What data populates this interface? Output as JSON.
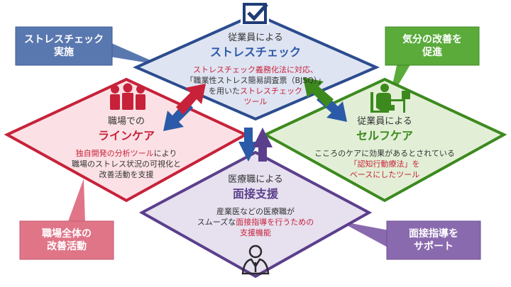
{
  "top": {
    "title_1": "従業員による",
    "title_2": "ストレスチェック",
    "body_1": "ストレスチェック義務化法に対応、",
    "body_2": "「職業性ストレス簡易調査票（BJSQ）」",
    "body_3a": "を用いた",
    "body_3b": "ストレスチェック",
    "body_4": "ツール"
  },
  "left": {
    "title_1": "職場での",
    "title_2": "ラインケア",
    "body_1a": "独自開発の分析ツール",
    "body_1b": "により",
    "body_2": "職場のストレス状況の可視化と",
    "body_3": "改善活動を支援"
  },
  "right": {
    "title_1": "従業員による",
    "title_2": "セルフケア",
    "body_1": "こころのケアに効果があるとされている",
    "body_2": "「認知行動療法」を",
    "body_3": "ベースにしたツール"
  },
  "bottom": {
    "title_1": "医療職による",
    "title_2": "面接支援",
    "body_1": "産業医などの医療職が",
    "body_2a": "スムーズな",
    "body_2b": "面接指導を行うための",
    "body_3": "支援機能"
  },
  "callouts": {
    "stress_check_1": "ストレスチェック",
    "stress_check_2": "実施",
    "mood_1": "気分の改善を",
    "mood_2": "促進",
    "workplace_1": "職場全体の",
    "workplace_2": "改善活動",
    "interview_1": "面接指導を",
    "interview_2": "サポート"
  },
  "colors": {
    "blue": "#2b5aa8",
    "red": "#c7223a",
    "green": "#3c8a1e",
    "purple": "#5b3f8c",
    "callout_blue": "#5a78b0",
    "callout_green": "#5aab3a",
    "callout_red": "#e07588",
    "callout_purple": "#8a6aae"
  },
  "icons": [
    "checkbox-icon",
    "people-icon",
    "person-at-desk-icon",
    "doctor-icon"
  ]
}
